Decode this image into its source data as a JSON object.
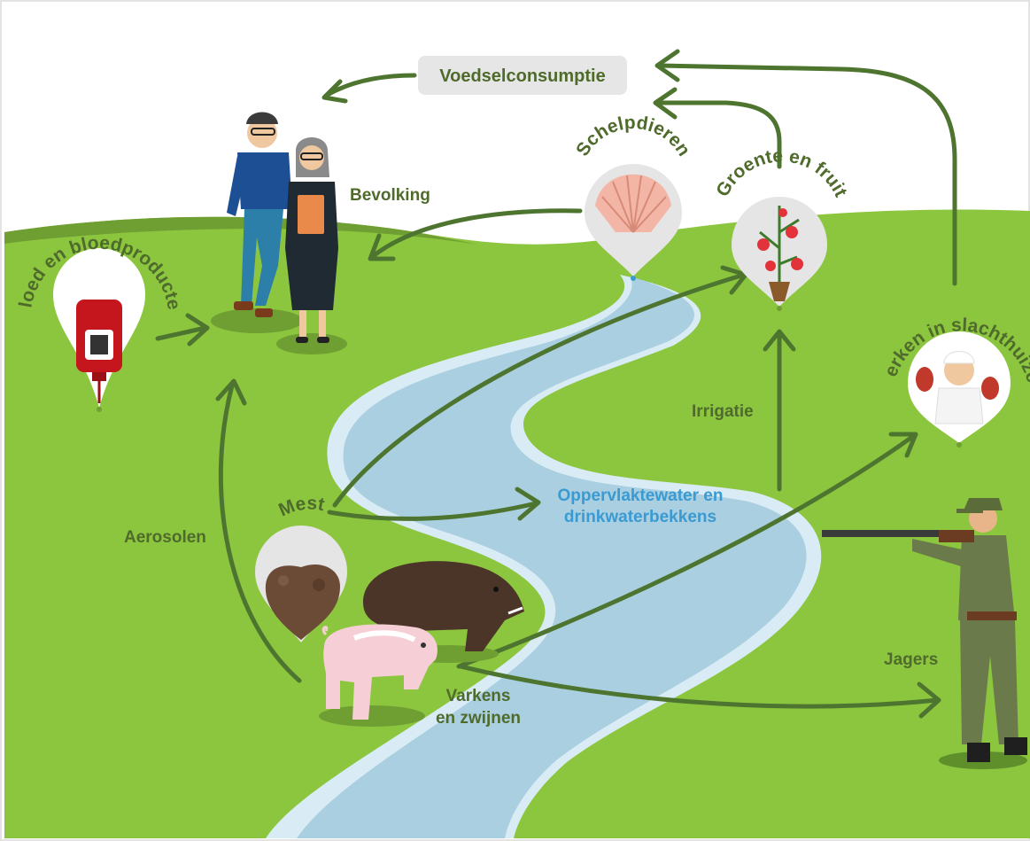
{
  "labels": {
    "food_consumption": "Voedselconsumptie",
    "population": "Bevolking",
    "blood": "Bloed en bloedproducten",
    "shellfish": "Schelpdieren",
    "vegetables": "Groente en fruit",
    "slaughterhouse": "Werken in slachthuizen",
    "irrigation": "Irrigatie",
    "surface_water_1": "Oppervlaktewater en",
    "surface_water_2": "drinkwaterbekkens",
    "manure": "Mest",
    "aerosols": "Aerosolen",
    "pigs_1": "Varkens",
    "pigs_2": "en zwijnen",
    "hunters": "Jagers"
  },
  "colors": {
    "grass": "#8cc63f",
    "grass_dark": "#5e8f2b",
    "river": "#a9cfe0",
    "river_edge": "#d9ecf5",
    "arrow": "#4e7530",
    "label": "#4f6b2c",
    "water_label": "#3a9ad1",
    "pill": "#e6e6e6"
  },
  "icons": [
    "blood-bag-icon",
    "shell-icon",
    "tomato-plant-icon",
    "butcher-icon",
    "manure-icon",
    "people-icon",
    "pig-icon",
    "boar-icon",
    "hunter-icon"
  ]
}
